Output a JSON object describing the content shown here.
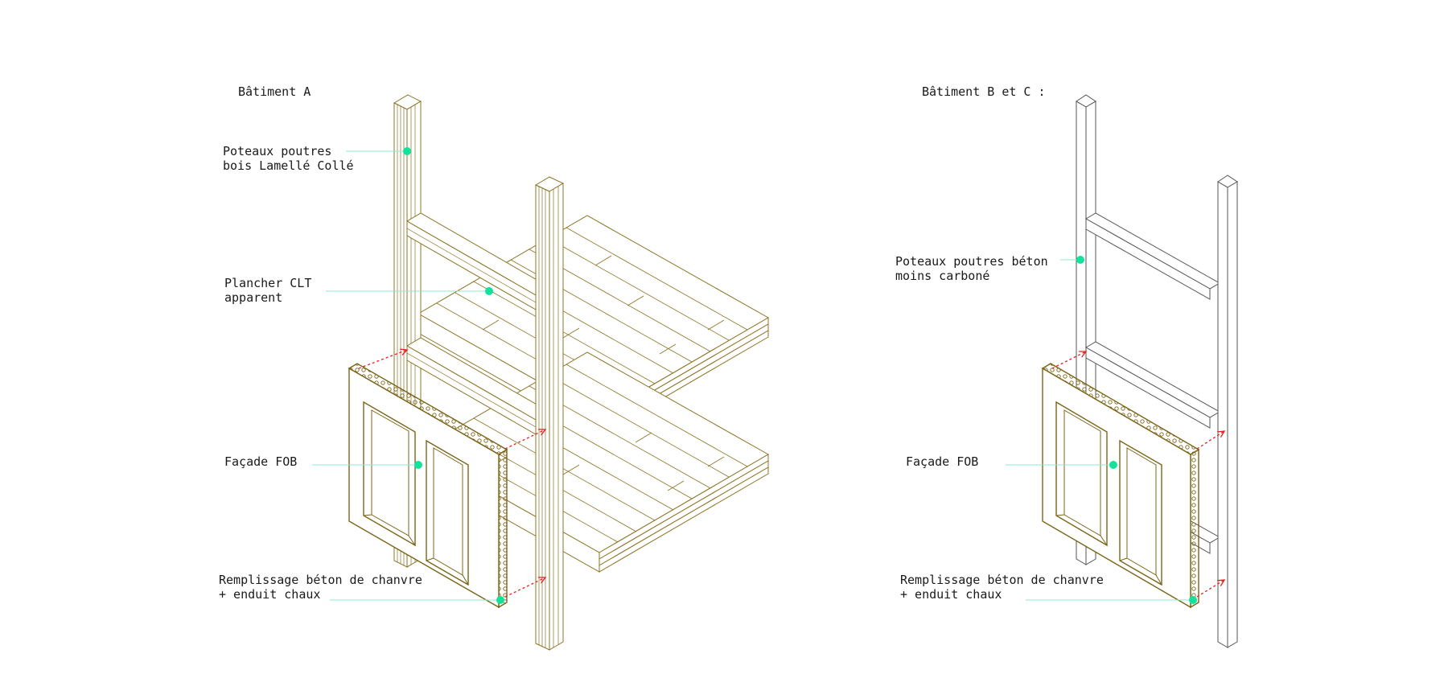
{
  "colors": {
    "background": "#ffffff",
    "timber_line": "#8b7425",
    "facade_line": "#7a6418",
    "concrete_line": "#555555",
    "leader_line": "#8fe8cc",
    "marker_dot": "#12e29a",
    "arrow": "#e02020",
    "text": "#1a1a1a"
  },
  "building_a": {
    "title": "Bâtiment A",
    "labels": {
      "posts_line1": "Poteaux poutres",
      "posts_line2": "bois Lamellé Collé",
      "floor_line1": "Plancher CLT",
      "floor_line2": "apparent",
      "facade": "Façade FOB",
      "fill_line1": "Remplissage béton de chanvre",
      "fill_line2": "+ enduit chaux"
    }
  },
  "building_bc": {
    "title": "Bâtiment B et C :",
    "labels": {
      "posts_line1": "Poteaux poutres béton",
      "posts_line2": "moins carboné",
      "facade": "Façade FOB",
      "fill_line1": "Remplissage béton de chanvre",
      "fill_line2": "+ enduit chaux"
    }
  }
}
